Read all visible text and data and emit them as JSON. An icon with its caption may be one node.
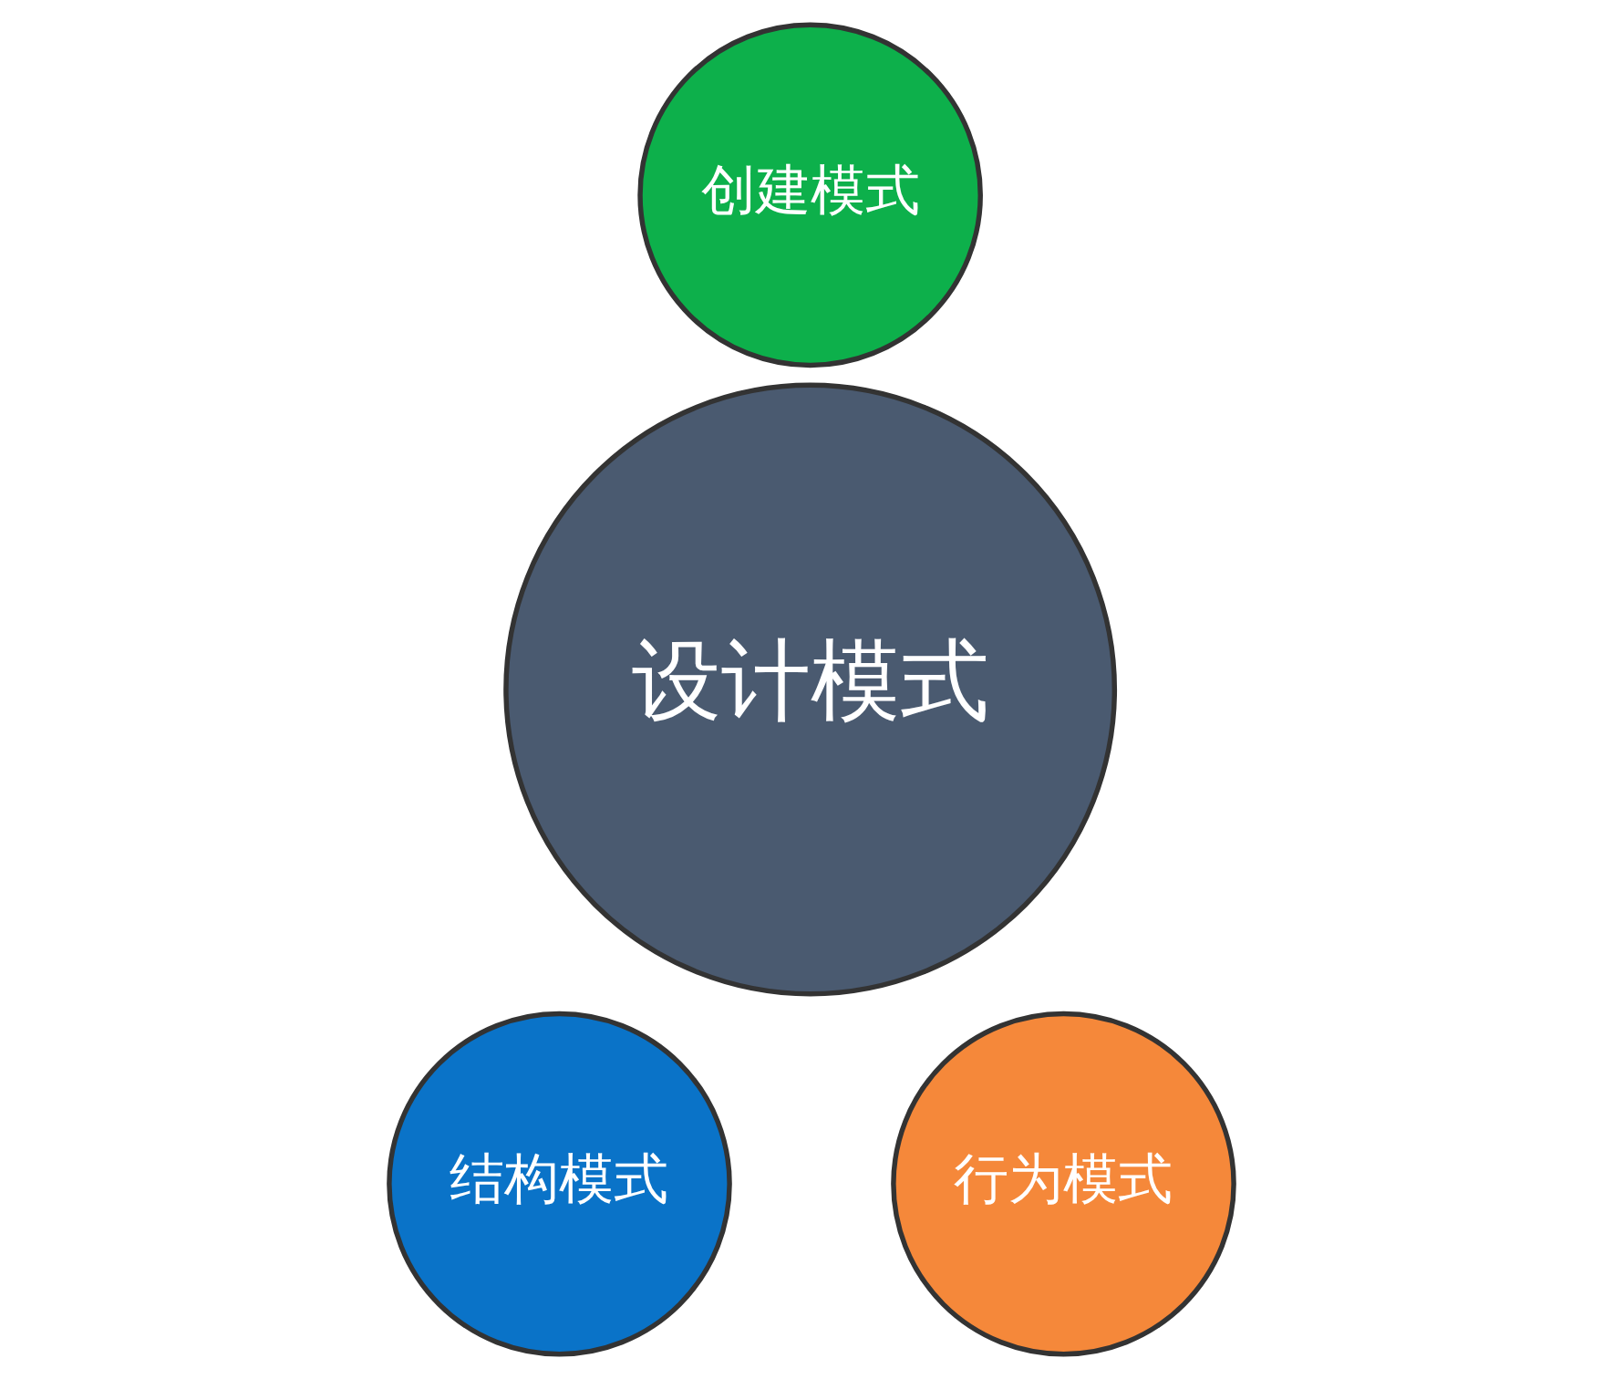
{
  "diagram": {
    "nodes": [
      {
        "text": [
          "创建模式"
        ]
      },
      {
        "text": [
          "设计模式"
        ]
      },
      {
        "text": [
          "结构模式"
        ]
      },
      {
        "text": [
          "行为模式"
        ]
      }
    ]
  }
}
